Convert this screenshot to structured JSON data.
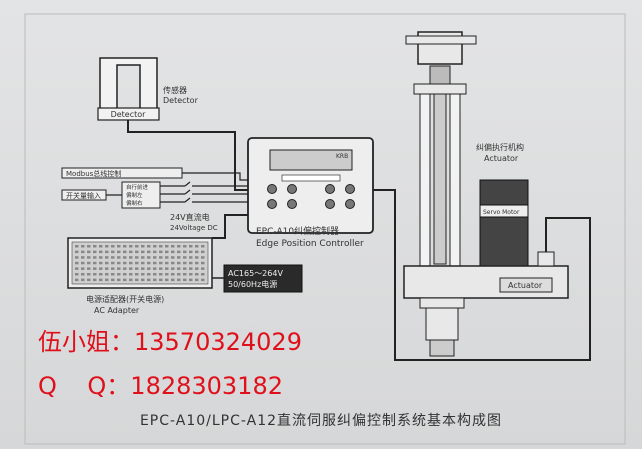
{
  "labels": {
    "sensor_cn": "传感器",
    "sensor_en": "Detector",
    "detector_inner": "Detector",
    "modbus": "Modbus总线控制",
    "switch_input": "开关量输入",
    "sw1": "自行前进",
    "sw2": "偏制左",
    "sw3": "偏制右",
    "controller_brand": "KRB",
    "controller_cn": "EPC-A10纠偏控制器",
    "controller_en": "Edge Position Controller",
    "dc_cn": "24V直流电",
    "dc_en": "24Voltage DC",
    "ac_line1": "AC165～264V",
    "ac_line2": "50/60Hz电源",
    "adapter_cn": "电源适配器(开关电源)",
    "adapter_en": "AC Adapter",
    "actuator_cn": "纠偏执行机构",
    "actuator_en": "Actuator",
    "servo_motor": "Servo Motor",
    "actuator_box": "Actuator"
  },
  "contact": {
    "name_line": "伍小姐：13570324029",
    "qq_line": "Q    Q：1828303182"
  },
  "caption": "EPC-A10/LPC-A12直流伺服纠偏控制系统基本构成图",
  "colors": {
    "red": "#e0101a",
    "line": "#222222",
    "panel": "#eeeeee"
  }
}
